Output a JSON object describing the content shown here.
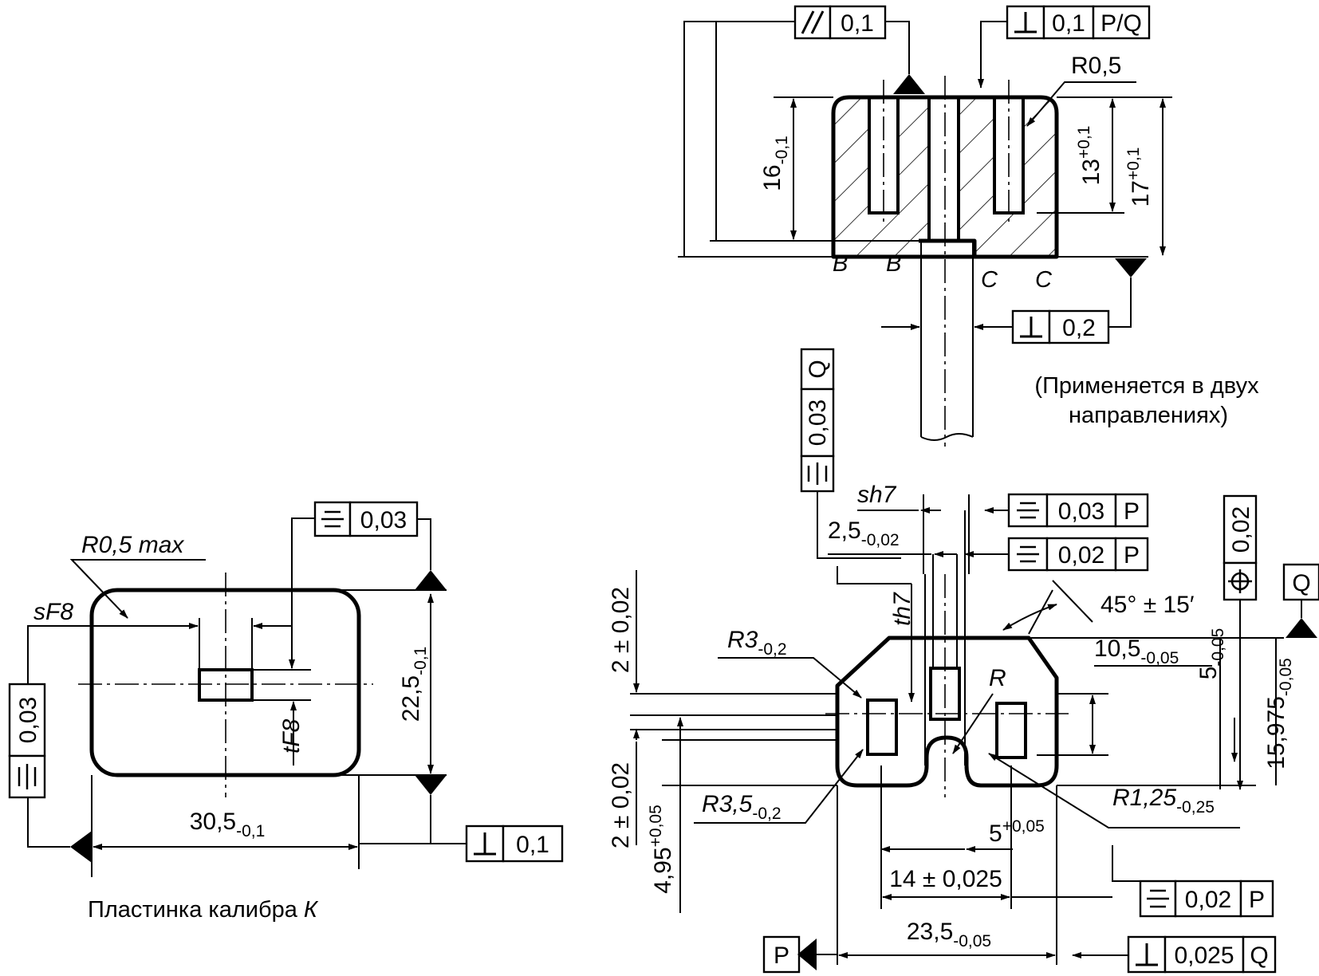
{
  "figure": {
    "caption_plate": "Пластинка калибра",
    "caption_plate_letter": "К",
    "note_line1": "(Применяется в двух",
    "note_line2": "направлениях)"
  },
  "datum_labels": {
    "P": "P",
    "Q": "Q",
    "B": "B",
    "C": "C"
  },
  "tolerance_frames": {
    "top_parallel": {
      "symbol": "parallelism-icon",
      "value": "0,1"
    },
    "top_perp": {
      "symbol": "perpendicularity-icon",
      "value": "0,1",
      "datum": "P/Q"
    },
    "stem_perp": {
      "symbol": "perpendicularity-icon",
      "value": "0,2"
    },
    "vert_sym_q": {
      "symbol": "symmetry-icon",
      "value": "0,03",
      "datum": "Q"
    },
    "sym_003_p": {
      "symbol": "symmetry-icon",
      "value": "0,03",
      "datum": "P"
    },
    "sym_002_p": {
      "symbol": "symmetry-icon",
      "value": "0,02",
      "datum": "P"
    },
    "position_002": {
      "symbol": "position-icon",
      "value": "0,02"
    },
    "bottom_sym_002_p": {
      "symbol": "symmetry-icon",
      "value": "0,02",
      "datum": "P"
    },
    "bottom_perp_q": {
      "symbol": "perpendicularity-icon",
      "value": "0,025",
      "datum": "Q"
    },
    "plate_sym": {
      "symbol": "symmetry-icon",
      "value": "0,03"
    },
    "plate_left_sym": {
      "symbol": "symmetry-icon",
      "value": "0,03"
    },
    "plate_perp": {
      "symbol": "perpendicularity-icon",
      "value": "0,1"
    }
  },
  "dimensions": {
    "d16_main": "16",
    "d16_sub": "-0,1",
    "d13_main": "13",
    "d13_sup": "+0,1",
    "d17_main": "17",
    "d17_sup": "+0,1",
    "r05": "R0,5",
    "sh7": "sh7",
    "d25_main": "2,5",
    "d25_sub": "-0,02",
    "th7": "th7",
    "angle": "45° ± 15′",
    "d105_main": "10,5",
    "d105_sub": "-0,05",
    "d5_main": "5",
    "d5_sub": "-0,05",
    "d15975_main": "15,975",
    "d15975_sub": "-0,05",
    "r3_main": "R3",
    "r3_sub": "-0,2",
    "r_only": "R",
    "r35_main": "R3,5",
    "r35_sub": "-0,2",
    "r125_main": "R1,25",
    "r125_sub": "-0,25",
    "d5b_main": "5",
    "d5b_sup": "+0,05",
    "d14": "14 ± 0,025",
    "d235_main": "23,5",
    "d235_sub": "-0,05",
    "d2a": "2 ± 0,02",
    "d2b": "2 ± 0,02",
    "d495_main": "4,95",
    "d495_sup": "+0,05",
    "plate_r": "R0,5 max",
    "plate_sf8": "sF8",
    "plate_tf8": "tF8",
    "plate_225_main": "22,5",
    "plate_225_sub": "-0,1",
    "plate_305_main": "30,5",
    "plate_305_sub": "-0,1"
  },
  "colors": {
    "ink": "#000000",
    "paper": "#ffffff"
  }
}
